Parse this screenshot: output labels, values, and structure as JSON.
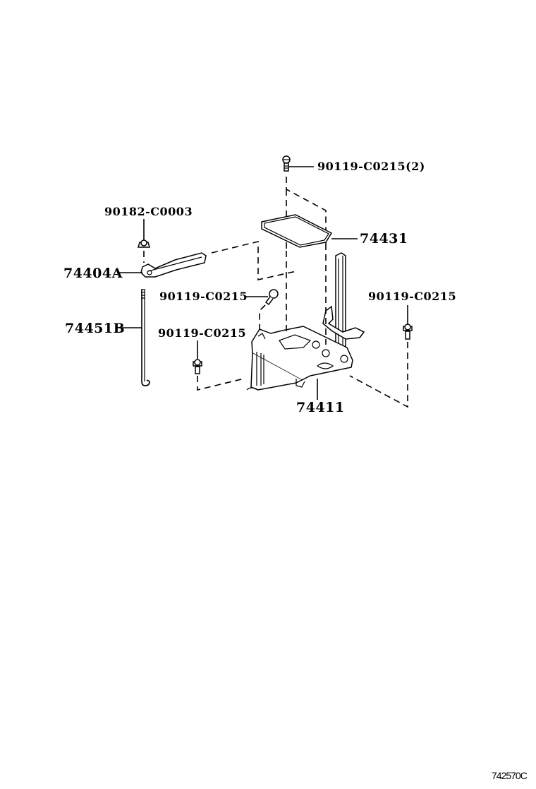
{
  "diagram": {
    "type": "exploded-parts-diagram",
    "subject": "Battery carrier / tray assembly",
    "drawing_code": "742570C",
    "parts": [
      {
        "id": "bolt_top",
        "part_number": "90119-C0215",
        "qty_note": "(2)",
        "label": "90119-C0215(2)"
      },
      {
        "id": "nut",
        "part_number": "90182-C0003",
        "label": "90182-C0003"
      },
      {
        "id": "clamp",
        "part_number": "74404A",
        "label": "74404A"
      },
      {
        "id": "tray_insulator",
        "part_number": "74431",
        "label": "74431"
      },
      {
        "id": "bolt_mid",
        "part_number": "90119-C0215",
        "label": "90119-C0215"
      },
      {
        "id": "bolt_right",
        "part_number": "90119-C0215",
        "label": "90119-C0215"
      },
      {
        "id": "hold_rod",
        "part_number": "74451B",
        "label": "74451B"
      },
      {
        "id": "bolt_left",
        "part_number": "90119-C0215",
        "label": "90119-C0215"
      },
      {
        "id": "carrier",
        "part_number": "74411",
        "label": "74411"
      }
    ]
  },
  "labels": {
    "bolt_top": "90119-C0215(2)",
    "nut": "90182-C0003",
    "clamp": "74404A",
    "tray_insulator": "74431",
    "bolt_mid": "90119-C0215",
    "bolt_right": "90119-C0215",
    "hold_rod": "74451B",
    "bolt_left": "90119-C0215",
    "carrier": "74411",
    "drawing_code": "742570C"
  }
}
